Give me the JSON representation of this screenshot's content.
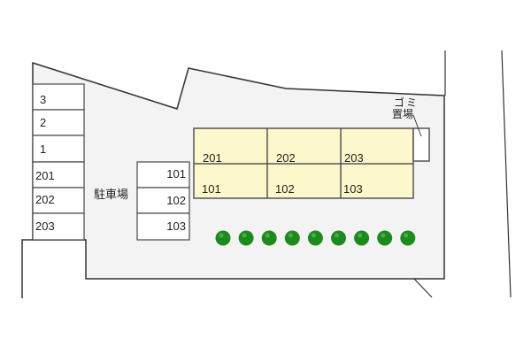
{
  "colors": {
    "site": "#f3f3f3",
    "building": "#fdf8cc",
    "tree": "#1e8a1e",
    "line": "#333333"
  },
  "parking_label": "駐車場",
  "garbage_label_line1": "ゴミ",
  "garbage_label_line2": "置場",
  "left_parking": [
    "3",
    "2",
    "1",
    "201",
    "202",
    "203"
  ],
  "center_parking": [
    "101",
    "102",
    "103"
  ],
  "building_units_upper": [
    "201",
    "202",
    "203"
  ],
  "building_units_lower": [
    "101",
    "102",
    "103"
  ],
  "tree_count": 9
}
